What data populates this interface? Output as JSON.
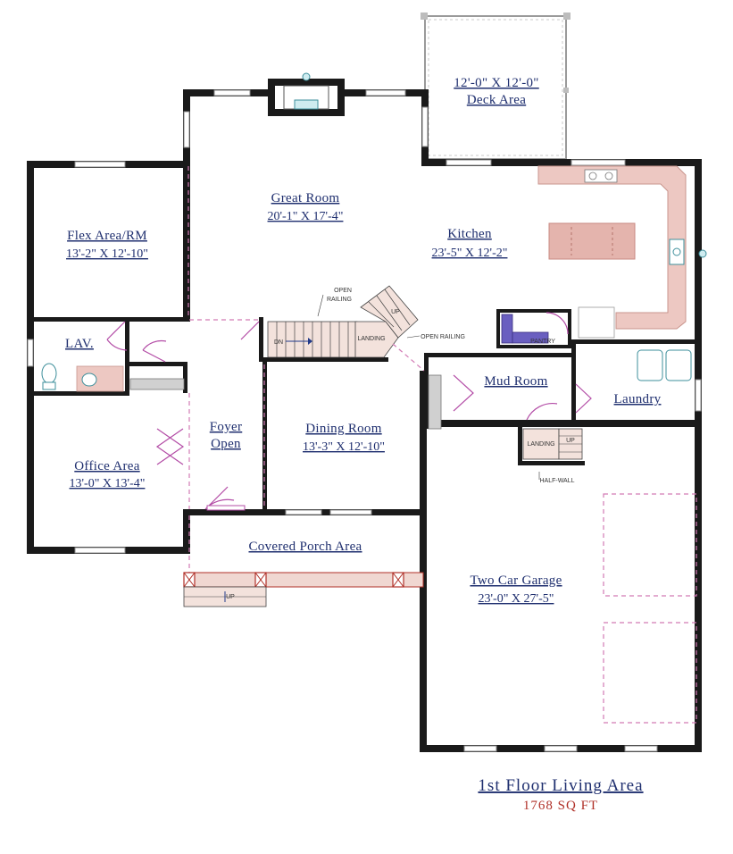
{
  "rooms": {
    "deck": {
      "name": "Deck Area",
      "dims": "12'-0\" X 12'-0\""
    },
    "great": {
      "name": "Great Room",
      "dims": "20'-1\" X 17'-4\""
    },
    "kitchen": {
      "name": "Kitchen",
      "dims": "23'-5\" X 12'-2\""
    },
    "flex": {
      "name": "Flex Area/RM",
      "dims": "13'-2\" X 12'-10\""
    },
    "lav": {
      "name": "LAV."
    },
    "foyer": {
      "name": "Foyer",
      "sub": "Open"
    },
    "dining": {
      "name": "Dining Room",
      "dims": "13'-3\" X 12'-10\""
    },
    "office": {
      "name": "Office Area",
      "dims": "13'-0\" X 13'-4\""
    },
    "mudroom": {
      "name": "Mud Room"
    },
    "laundry": {
      "name": "Laundry"
    },
    "porch": {
      "name": "Covered Porch Area"
    },
    "garage": {
      "name": "Two Car Garage",
      "dims": "23'-0\" X 27'-5\""
    }
  },
  "annotations": {
    "open_railing_1": "OPEN",
    "open_railing_1b": "RAILING",
    "open_railing_2": "OPEN RAILING",
    "landing_main": "LANDING",
    "landing_garage": "LANDING",
    "pantry": "PANTRY",
    "half_wall": "HALF-WALL",
    "up": "UP",
    "up_porch": "UP",
    "up_garage": "UP",
    "dn": "DN"
  },
  "footer": {
    "title": "1st  Floor Living Area",
    "area": "1768 SQ FT"
  },
  "colors": {
    "label_blue": "#1f2f6f",
    "area_red": "#b03028",
    "wall": "#1a1a1a",
    "counter": "#edc8c2",
    "door_magenta": "#b34ca6",
    "pantry_purple": "#5a4fb0"
  }
}
